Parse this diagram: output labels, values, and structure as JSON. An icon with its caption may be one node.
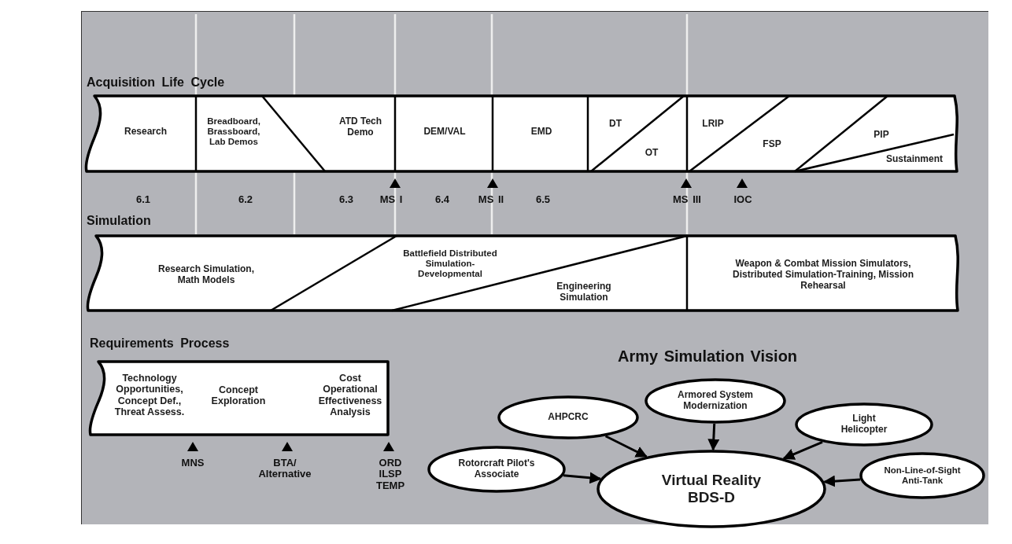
{
  "diagram": {
    "nodes": [
      {
        "text": [
          "Acquisition Life Cycle"
        ]
      },
      {
        "text": [
          "Research"
        ],
        "in": 0
      },
      {
        "text": [
          "Breadboard, Brassboard, Lab Demos"
        ],
        "in": 0
      },
      {
        "text": [
          "ATD Tech Demo"
        ],
        "in": 0
      },
      {
        "text": [
          "DEM/VAL"
        ],
        "in": 0
      },
      {
        "text": [
          "EMD"
        ],
        "in": 0
      },
      {
        "text": [
          "DT"
        ],
        "in": 0
      },
      {
        "text": [
          "OT"
        ],
        "in": 0
      },
      {
        "text": [
          "LRIP"
        ],
        "in": 0
      },
      {
        "text": [
          "FSP"
        ],
        "in": 0
      },
      {
        "text": [
          "PIP"
        ],
        "in": 0
      },
      {
        "text": [
          "Sustainment"
        ],
        "in": 0
      },
      {
        "text": [
          "Simulation"
        ]
      },
      {
        "text": [
          "Research Simulation, Math Models"
        ],
        "in": 12
      },
      {
        "text": [
          "Battlefield Distributed Simulation-Developmental"
        ],
        "in": 12
      },
      {
        "text": [
          "Engineering Simulation"
        ],
        "in": 12
      },
      {
        "text": [
          "Weapon & Combat Mission Simulators, Distributed Simulation-Training, Mission Rehearsal"
        ],
        "in": 12
      },
      {
        "text": [
          "Requirements Process"
        ]
      },
      {
        "text": [
          "Technology Opportunities, Concept Def., Threat Assess."
        ],
        "in": 17
      },
      {
        "text": [
          "Concept Exploration"
        ],
        "in": 17
      },
      {
        "text": [
          "Cost Operational Effectiveness Analysis"
        ],
        "in": 17
      },
      {
        "text": [
          "Virtual Reality BDS-D"
        ]
      },
      {
        "text": [
          "AHPCRC"
        ]
      },
      {
        "text": [
          "Armored System Modernization"
        ]
      },
      {
        "text": [
          "Light Helicopter"
        ]
      },
      {
        "text": [
          "Rotorcraft Pilot's Associate"
        ]
      },
      {
        "text": [
          "Non-Line-of-Sight Anti-Tank"
        ]
      }
    ],
    "edges": [
      {
        "from": 22,
        "to": 21,
        "arrow": "to"
      },
      {
        "from": 23,
        "to": 21,
        "arrow": "to"
      },
      {
        "from": 24,
        "to": 21,
        "arrow": "to"
      },
      {
        "from": 25,
        "to": 21,
        "arrow": "to"
      },
      {
        "from": 26,
        "to": 21,
        "arrow": "to"
      }
    ],
    "labels": [
      "6.1",
      "6.2",
      "6.3",
      "MS I",
      "6.4",
      "MS II",
      "6.5",
      "MS III",
      "IOC",
      "MNS",
      "BTA/ Alternative",
      "ORD ILSP TEMP",
      "Army Simulation Vision"
    ]
  }
}
